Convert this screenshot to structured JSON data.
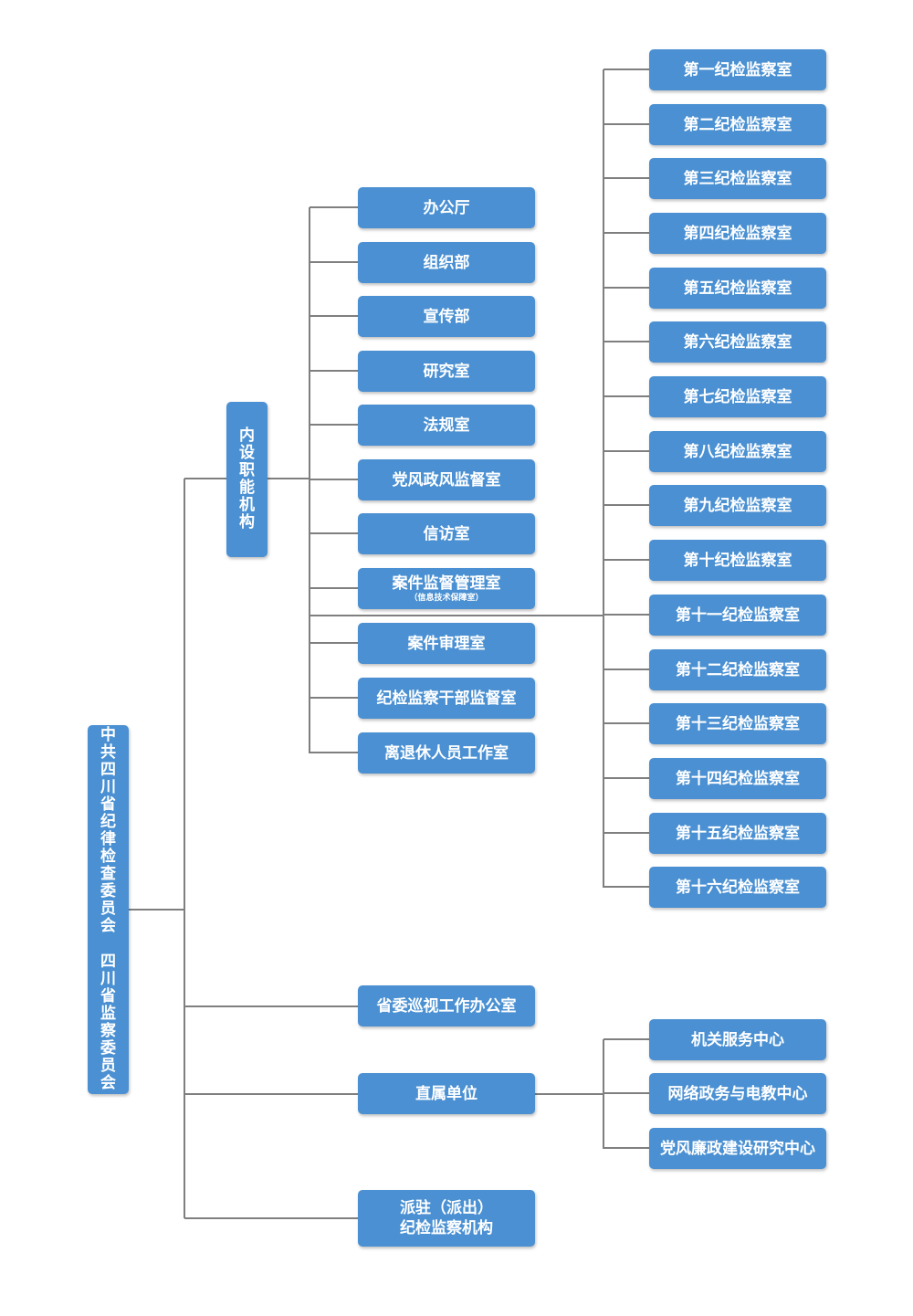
{
  "root": {
    "label": "中共四川省纪律检查委员会  四川省监察委员会"
  },
  "internal": {
    "label": "内设职能机构"
  },
  "departments": [
    {
      "label": "办公厅"
    },
    {
      "label": "组织部"
    },
    {
      "label": "宣传部"
    },
    {
      "label": "研究室"
    },
    {
      "label": "法规室"
    },
    {
      "label": "党风政风监督室"
    },
    {
      "label": "信访室"
    },
    {
      "label": "案件监督管理室",
      "sub": "（信息技术保障室）"
    },
    {
      "label": "案件审理室"
    },
    {
      "label": "纪检监察干部监督室"
    },
    {
      "label": "离退休人员工作室"
    }
  ],
  "inspection_rooms": [
    {
      "label": "第一纪检监察室"
    },
    {
      "label": "第二纪检监察室"
    },
    {
      "label": "第三纪检监察室"
    },
    {
      "label": "第四纪检监察室"
    },
    {
      "label": "第五纪检监察室"
    },
    {
      "label": "第六纪检监察室"
    },
    {
      "label": "第七纪检监察室"
    },
    {
      "label": "第八纪检监察室"
    },
    {
      "label": "第九纪检监察室"
    },
    {
      "label": "第十纪检监察室"
    },
    {
      "label": "第十一纪检监察室"
    },
    {
      "label": "第十二纪检监察室"
    },
    {
      "label": "第十三纪检监察室"
    },
    {
      "label": "第十四纪检监察室"
    },
    {
      "label": "第十五纪检监察室"
    },
    {
      "label": "第十六纪检监察室"
    }
  ],
  "inspection_office": {
    "label": "省委巡视工作办公室"
  },
  "affiliated": {
    "label": "直属单位"
  },
  "affiliated_units": [
    {
      "label": "机关服务中心"
    },
    {
      "label": "网络政务与电教中心"
    },
    {
      "label": "党风廉政建设研究中心"
    }
  ],
  "dispatched": {
    "line1": "派驻（派出）",
    "line2": "纪检监察机构"
  },
  "colors": {
    "box": "#4a90d2",
    "line": "#7f7f7f",
    "text": "#ffffff"
  }
}
